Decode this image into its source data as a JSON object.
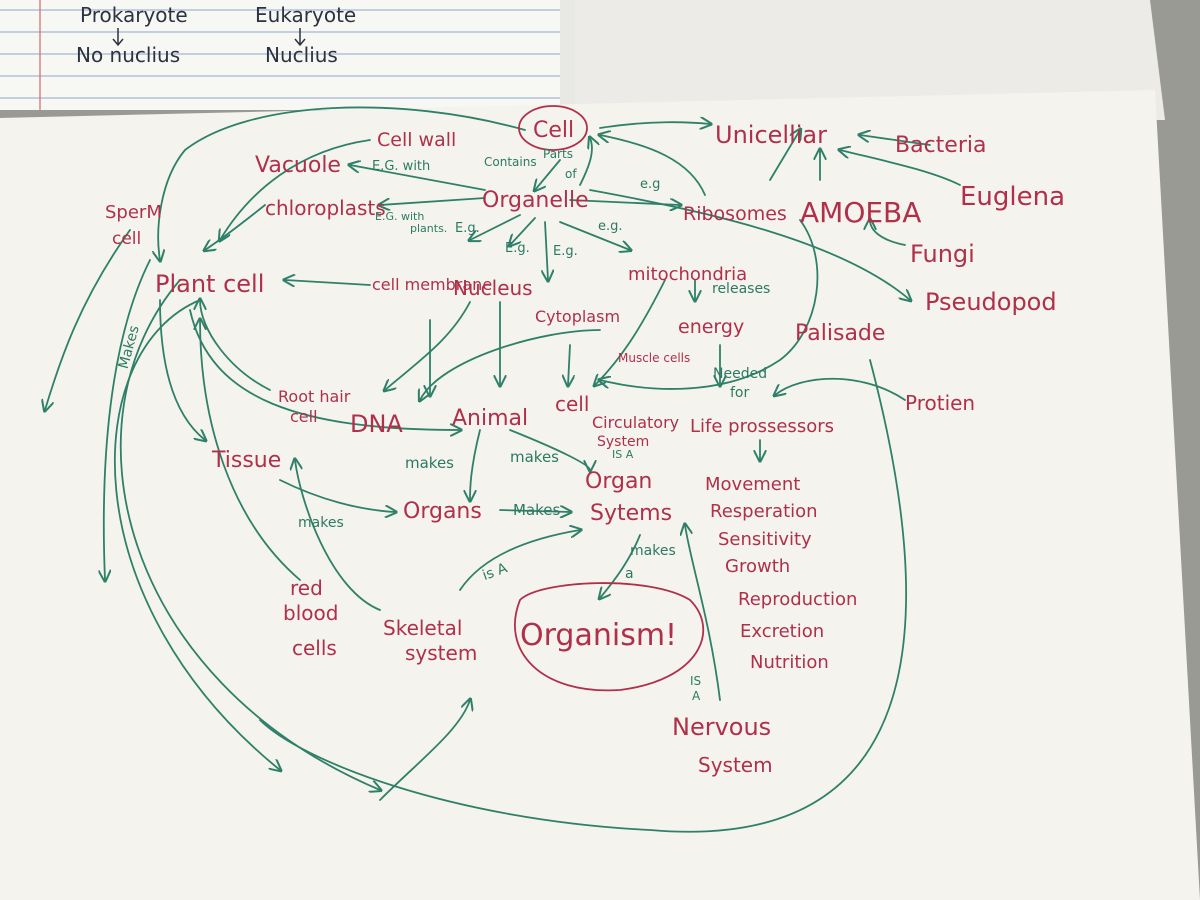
{
  "notebook": {
    "left_heading": "Prokaryote",
    "left_note": "No nuclius",
    "right_heading": "Eukaryote",
    "right_note": "Nuclius"
  },
  "concepts": {
    "cell": "Cell",
    "unicelliar": "Unicelliar",
    "bacteria": "Bacteria",
    "euglena": "Euglena",
    "amoeba": "AMOEBA",
    "fungi": "Fungi",
    "pseudopod": "Pseudopod",
    "cell_wall": "Cell wall",
    "vacuole": "Vacuole",
    "chloroplasts": "chloroplasts",
    "organelle": "Organelle",
    "ribosomes": "Ribosomes",
    "sperm": "SperM",
    "sperm_cell": "cell",
    "plant_cell": "Plant cell",
    "cell_membrane": "cell membrane",
    "nucleus": "Nucleus",
    "mitochondria": "mitochondria",
    "cytoplasm": "Cytoplasm",
    "energy": "energy",
    "muscle_cells": "Muscle cells",
    "palisade": "Palisade",
    "protien": "Protien",
    "root_hair": "Root hair",
    "root_hair_cell": "cell",
    "dna": "DNA",
    "animal": "Animal",
    "animal_cell": "cell",
    "circulatory": "Circulatory",
    "circulatory_system": "System",
    "life_processes": "Life prossessors",
    "tissue": "Tissue",
    "organs": "Organs",
    "organ": "Organ",
    "organ_systems": "Sytems",
    "movement": "Movement",
    "respiration": "Resperation",
    "sensitivity": "Sensitivity",
    "growth": "Growth",
    "red": "red",
    "blood": "blood",
    "blood_cells": "cells",
    "skeletal": "Skeletal",
    "skeletal_system": "system",
    "organism": "Organism!",
    "reproduction": "Reproduction",
    "excretion": "Excretion",
    "nutrition": "Nutrition",
    "nervous": "Nervous",
    "nervous_system": "System"
  },
  "link_labels": {
    "contains": "Contains",
    "parts": "Parts",
    "of": "of",
    "eg_with": "E.G. with",
    "eg_with_plants": "E.G. with",
    "plants": "plants.",
    "eg_1": "E.g.",
    "eg_2": "E.g.",
    "eg_3": "E.g.",
    "eg_4": "e.g",
    "eg_5": "e.g.",
    "releases": "releases",
    "needed": "Needed",
    "for": "for",
    "makes_1": "Makes",
    "makes_2": "makes",
    "makes_3": "makes",
    "makes_4": "makes",
    "makes_5": "Makes",
    "makes_6": "makes",
    "a": "a",
    "is_a_1": "is A",
    "is_a_2": "IS A",
    "is_a_3": "IS",
    "a_3": "A"
  },
  "colors": {
    "ink_red": "#b0304a",
    "ink_green": "#2c7a63",
    "paper": "#f4f3ee",
    "desk": "#9a9a94",
    "notebook_line": "#8fa6c8",
    "margin_line": "#d46a6a"
  }
}
